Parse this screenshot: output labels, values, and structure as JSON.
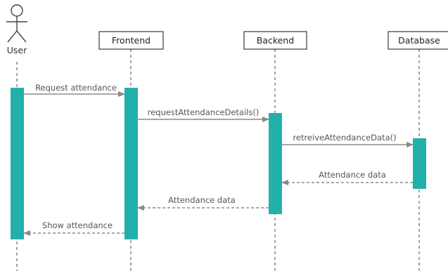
{
  "actor": {
    "label": "User",
    "icon": "stick-figure-icon"
  },
  "participants": [
    {
      "id": "frontend",
      "label": "Frontend"
    },
    {
      "id": "backend",
      "label": "Backend"
    },
    {
      "id": "database",
      "label": "Database"
    }
  ],
  "messages": [
    {
      "id": "m1",
      "from": "user",
      "to": "frontend",
      "label": "Request attendance",
      "kind": "call"
    },
    {
      "id": "m2",
      "from": "frontend",
      "to": "backend",
      "label": "requestAttendanceDetails()",
      "kind": "call"
    },
    {
      "id": "m3",
      "from": "backend",
      "to": "database",
      "label": "retreiveAttendanceData()",
      "kind": "call"
    },
    {
      "id": "m4",
      "from": "database",
      "to": "backend",
      "label": "Attendance data",
      "kind": "return"
    },
    {
      "id": "m5",
      "from": "backend",
      "to": "frontend",
      "label": "Attendance data",
      "kind": "return"
    },
    {
      "id": "m6",
      "from": "frontend",
      "to": "user",
      "label": "Show attendance",
      "kind": "return"
    }
  ],
  "colors": {
    "activation": "#22b0ab",
    "arrow": "#8a8a8a",
    "lifeline": "#444444"
  }
}
